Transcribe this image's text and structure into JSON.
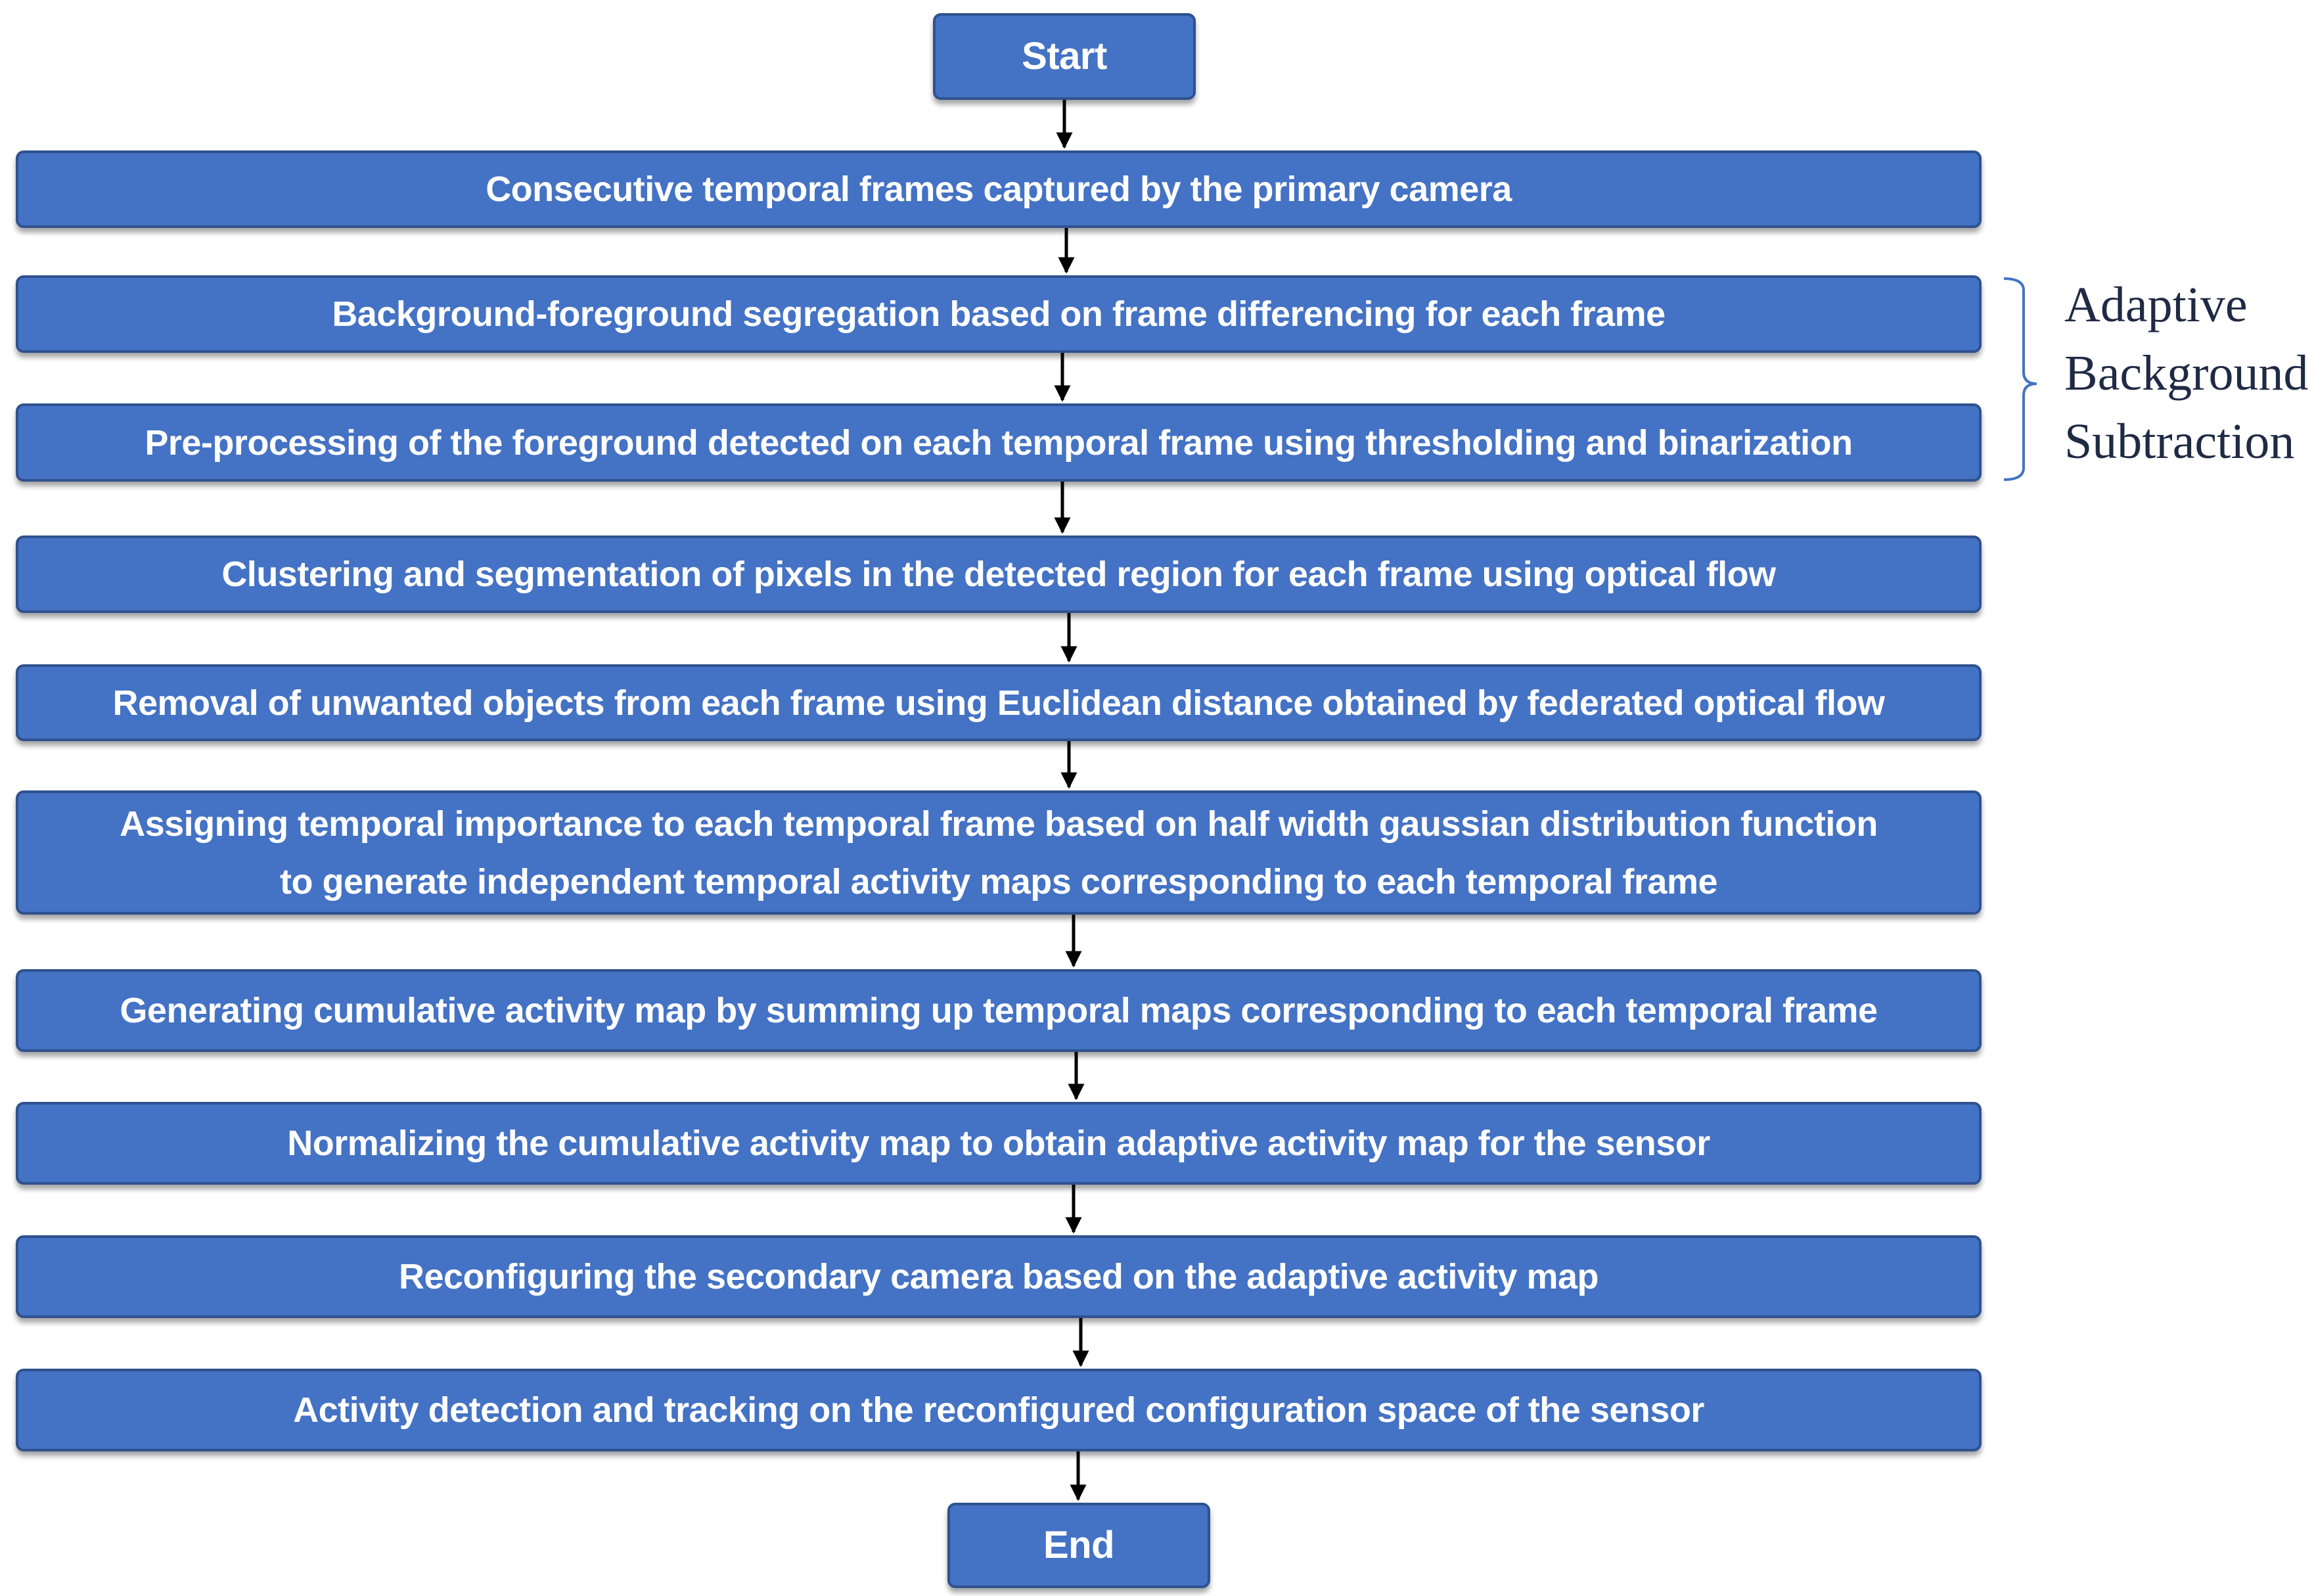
{
  "flow": {
    "start": "Start",
    "end": "End",
    "steps": [
      "Consecutive temporal frames captured by the primary camera",
      "Background-foreground segregation based on frame differencing for each frame",
      "Pre-processing of the foreground detected on each temporal frame using thresholding and binarization",
      "Clustering and segmentation of pixels in the detected region for each frame using optical flow",
      "Removal of unwanted objects from each frame using Euclidean distance obtained by federated optical flow",
      {
        "line1": "Assigning temporal importance to each temporal frame based on half width gaussian distribution function",
        "line2": "to generate independent temporal activity maps corresponding to each temporal frame"
      },
      "Generating cumulative activity map by summing up temporal maps corresponding to each temporal frame",
      "Normalizing the cumulative activity map to obtain adaptive activity map for the sensor",
      "Reconfiguring the secondary camera based on the adaptive activity map",
      "Activity detection and tracking on the reconfigured configuration space of the sensor"
    ]
  },
  "group": {
    "label_lines": [
      "Adaptive",
      "Background",
      "Subtraction"
    ]
  },
  "colors": {
    "box_fill": "#4472c4",
    "box_border": "#2f528f",
    "box_text": "#ffffff",
    "arrow": "#000000",
    "bracket": "#4472c4"
  }
}
